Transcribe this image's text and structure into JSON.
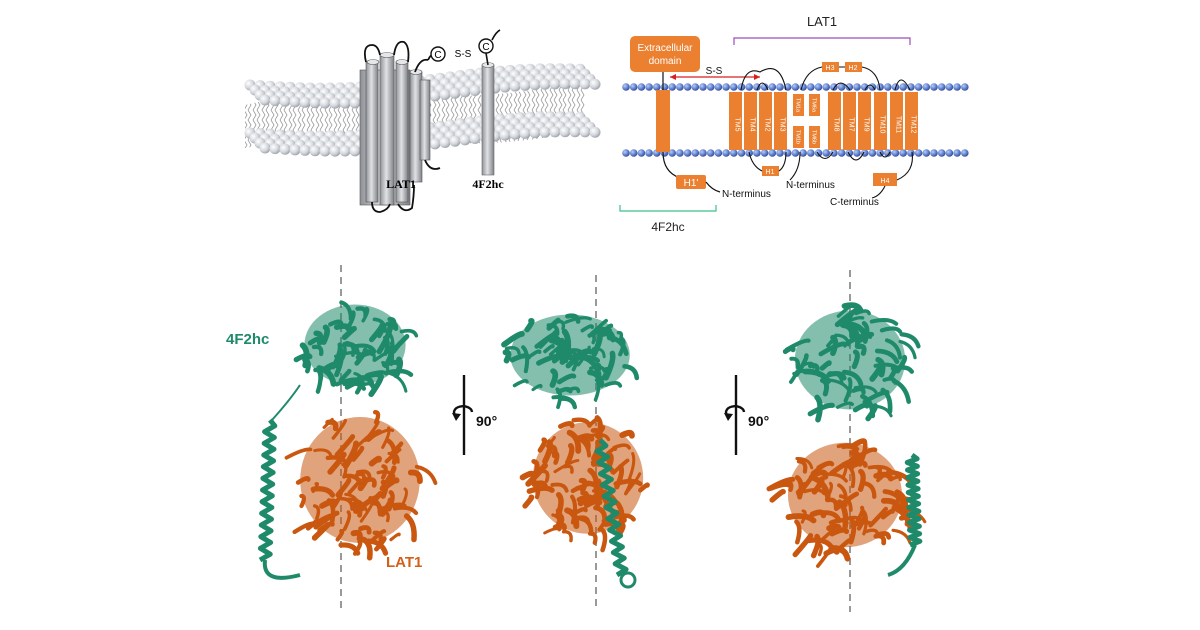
{
  "panel_3d": {
    "lat1_label": "LAT1",
    "hc_label": "4F2hc",
    "cys_left": "C",
    "cys_right": "C",
    "disulfide": "S-S"
  },
  "topology": {
    "lat1_label": "LAT1",
    "extracellular_domain": "Extracellular\ndomain",
    "ss_label": "S-S",
    "h1prime_label": "H1'",
    "nterm_label": "N-terminus",
    "nterm_label2": "N-terminus",
    "cterm_label": "C-terminus",
    "hc_bracket_label": "4F2hc",
    "tm_labels": [
      "TM5",
      "TM4",
      "TM2",
      "TM3",
      "TM1a",
      "TM1b",
      "TM6a",
      "TM6b",
      "TM8",
      "TM7",
      "TM9",
      "TM10",
      "TM11",
      "TM12"
    ],
    "helix_labels": [
      "H1",
      "H2",
      "H3",
      "H4"
    ]
  },
  "structures": {
    "hc_label": "4F2hc",
    "lat1_label": "LAT1",
    "rotation_left": "90°",
    "rotation_right": "90°"
  },
  "colors": {
    "hc_green": "#1f8a6a",
    "lat1_orange": "#c9570f",
    "tm_orange": "#ea8030",
    "lat1_bracket": "#9b4dbb",
    "hc_bracket": "#3cc08a",
    "lipid_head": "#6d8fd6",
    "ss_arrow": "#d62020"
  }
}
